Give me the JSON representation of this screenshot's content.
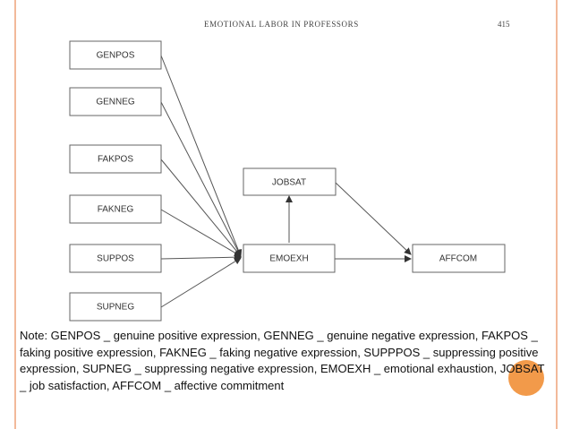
{
  "header": {
    "title": "EMOTIONAL LABOR IN PROFESSORS",
    "page": "415"
  },
  "nodes": {
    "genpos": "GENPOS",
    "genneg": "GENNEG",
    "fakpos": "FAKPOS",
    "fakneg": "FAKNEG",
    "suppos": "SUPPOS",
    "supneg": "SUPNEG",
    "jobsat": "JOBSAT",
    "emoexh": "EMOEXH",
    "affcom": "AFFCOM"
  },
  "note": "Note: GENPOS _ genuine positive expression, GENNEG _ genuine negative expression, FAKPOS _ faking positive expression, FAKNEG _ faking negative expression, SUPPPOS _ suppressing positive expression, SUPNEG _ suppressing negative expression, EMOEXH _ emotional exhaustion, JOBSAT _ job satisfaction, AFFCOM _ affective commitment",
  "colors": {
    "accent_border": "#f2b99a",
    "accent_dot": "#f29a4a",
    "line": "#555555"
  }
}
